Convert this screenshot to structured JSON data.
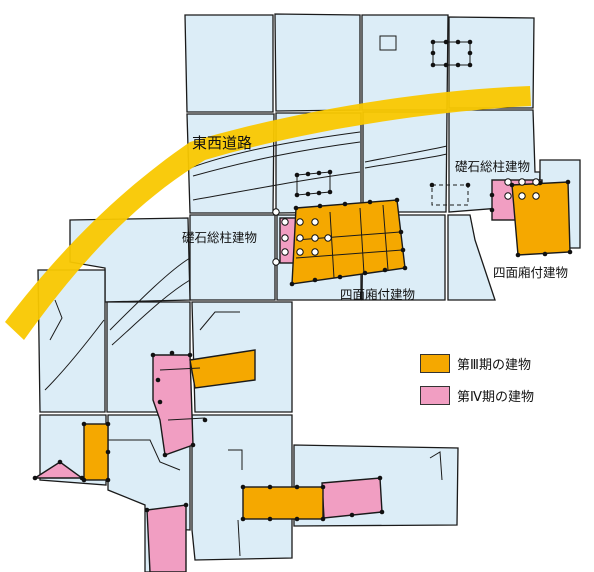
{
  "labels": {
    "road": "東西道路",
    "stone_pillar": "礎石総柱建物",
    "four_side_eaves": "四面廂付建物"
  },
  "legend": [
    {
      "label": "第Ⅲ期の建物",
      "color": "#f5a800"
    },
    {
      "label": "第Ⅳ期の建物",
      "color": "#f19ec2"
    }
  ],
  "colors": {
    "site": "#dcedf7",
    "road": "#f9c800",
    "period3": "#f5a800",
    "period4": "#f19ec2",
    "line": "#1a1a1a"
  }
}
